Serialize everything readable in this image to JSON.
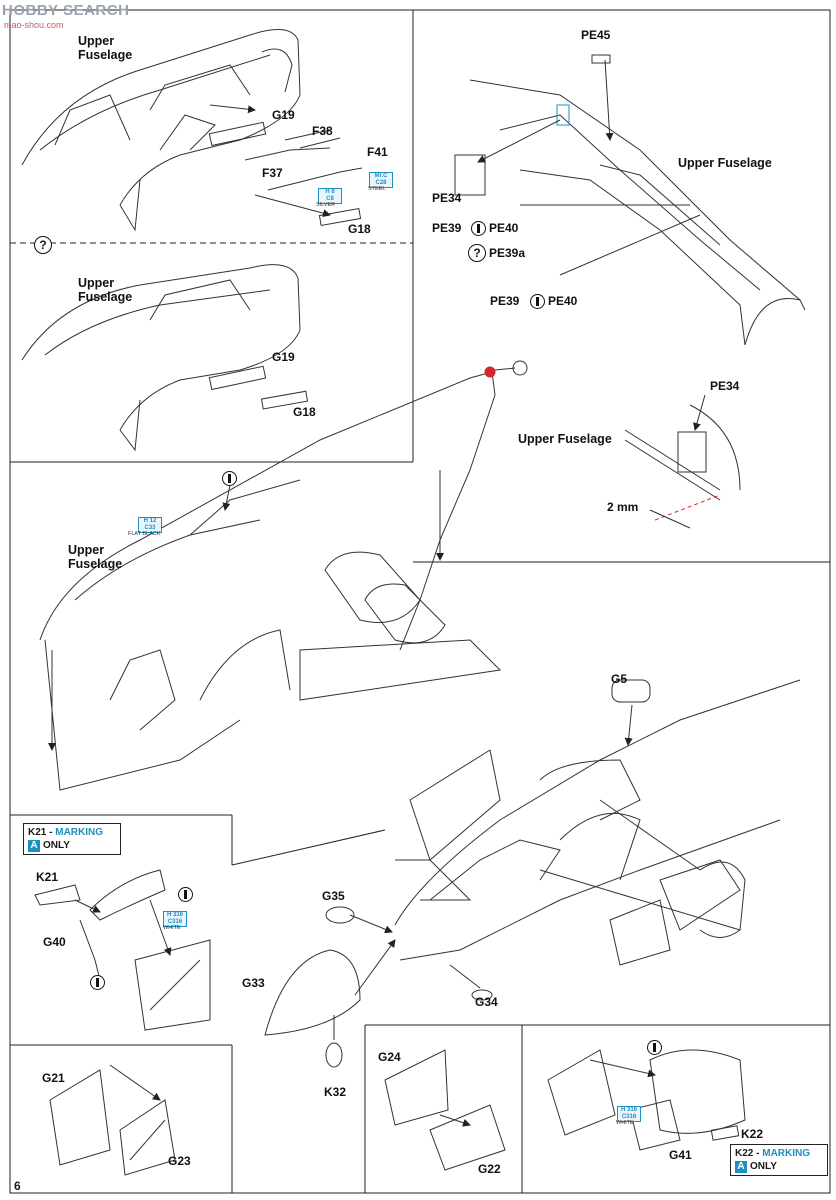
{
  "watermark": {
    "logo": "HOBBY SEARCH",
    "url": "mao-shou.com"
  },
  "page_number": "6",
  "labels": {
    "upper_fuselage": "Upper Fuselage",
    "g19": "G19",
    "f38": "F38",
    "f41": "F41",
    "f37": "F37",
    "g18": "G18",
    "pe45": "PE45",
    "pe34": "PE34",
    "pe39": "PE39",
    "pe40": "PE40",
    "pe39a": "PE39a",
    "two_mm": "2 mm",
    "g5": "G5",
    "g35": "G35",
    "g33": "G33",
    "g34": "G34",
    "k32": "K32",
    "k21": "K21",
    "g40": "G40",
    "g21": "G21",
    "g23": "G23",
    "g24": "G24",
    "g22": "G22",
    "g41": "G41",
    "k22": "K22"
  },
  "symbols": {
    "optional": "?"
  },
  "callouts": {
    "k21_marking": {
      "part": "K21",
      "sep": " - ",
      "marking": "MARKING",
      "variant": "A",
      "only": "ONLY"
    },
    "k22_marking": {
      "part": "K22",
      "sep": " - ",
      "marking": "MARKING",
      "variant": "A",
      "only": "ONLY"
    }
  },
  "paint_refs": {
    "steel": {
      "code1": "Mr.C",
      "code2": "C28",
      "name": "STEEL"
    },
    "silver": {
      "code1": "H 8",
      "code2": "C8",
      "name": "SILVER"
    },
    "flat_black": {
      "code1": "H 12",
      "code2": "C33",
      "name": "FLAT BLACK"
    },
    "white_k21": {
      "code1": "H 316",
      "code2": "C316",
      "name": "WHITE"
    },
    "white_k22": {
      "code1": "H 316",
      "code2": "C316",
      "name": "WHITE"
    }
  },
  "colors": {
    "accent": "#1f8fbf",
    "glue_red": "#d8262c",
    "line": "#222222"
  }
}
